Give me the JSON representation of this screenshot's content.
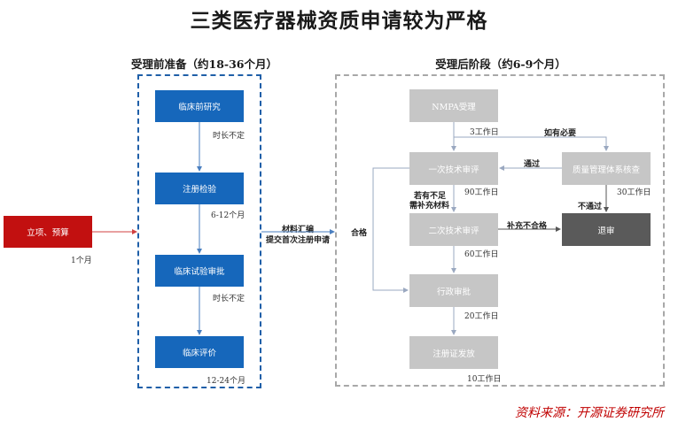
{
  "title": "三类医疗器械资质申请较为严格",
  "left_section": {
    "title": "受理前准备（约18-36个月）",
    "steps": [
      "临床前研究",
      "注册检验",
      "临床试验审批",
      "临床评价"
    ],
    "durations": [
      "时长不定",
      "6-12个月",
      "时长不定",
      "12-24个月"
    ]
  },
  "start": {
    "label": "立项、预算",
    "duration": "1个月"
  },
  "submit": {
    "line1": "材料汇编",
    "line2": "提交首次注册申请"
  },
  "right_section": {
    "title": "受理后阶段（约6-9个月）",
    "nmpa": "NMPA受理",
    "first_review": "一次技术审评",
    "second_review": "二次技术审评",
    "admin": "行政审批",
    "certificate": "注册证发放",
    "quality": "质量管理体系核查",
    "reject": "退审",
    "d_nmpa": "3工作日",
    "d_first": "90工作日",
    "d_second": "60工作日",
    "d_admin": "20工作日",
    "d_cert": "10工作日",
    "d_quality": "30工作日",
    "if_needed": "如有必要",
    "pass": "通过",
    "not_pass": "不通过",
    "supp1": "若有不足",
    "supp2": "需补充材料",
    "supp_fail": "补充不合格",
    "qualified": "合格"
  },
  "source": "资料来源：开源证券研究所"
}
